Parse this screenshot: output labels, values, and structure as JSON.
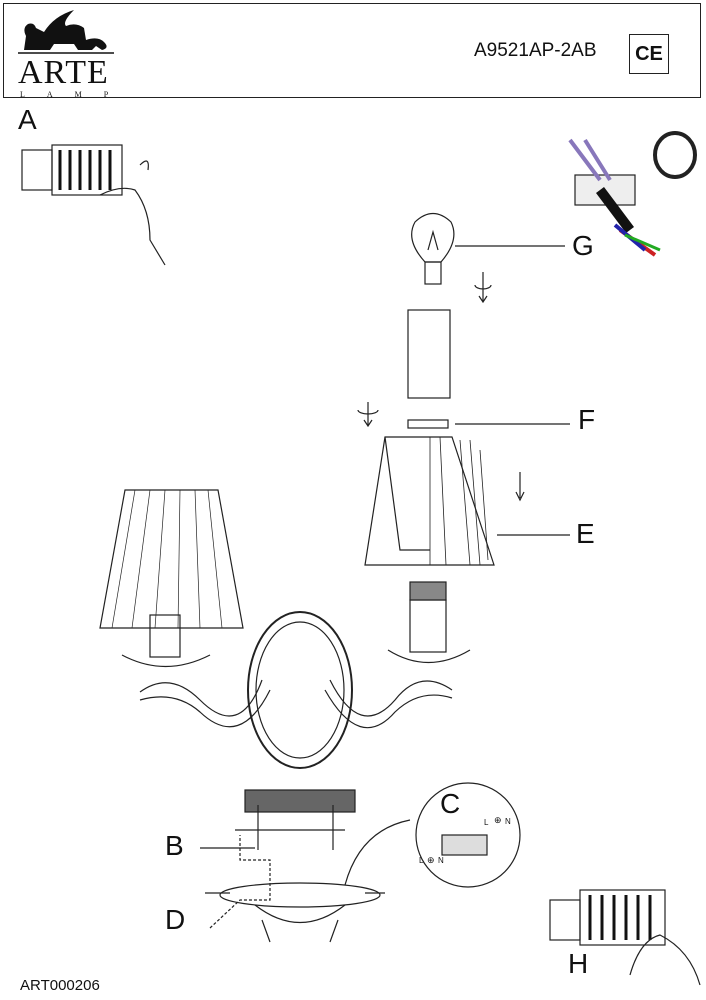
{
  "header": {
    "brand": "ARTE",
    "brand_sub": "LAMP",
    "model": "A9521AP-2AB",
    "cert_mark": "CE"
  },
  "labels": {
    "a": "A",
    "b": "B",
    "c": "C",
    "d": "D",
    "e": "E",
    "f": "F",
    "g": "G",
    "h": "H"
  },
  "terminal_marks": {
    "live": "L",
    "neutral": "N",
    "earth": "⊕"
  },
  "footer": {
    "code": "ART000206"
  }
}
